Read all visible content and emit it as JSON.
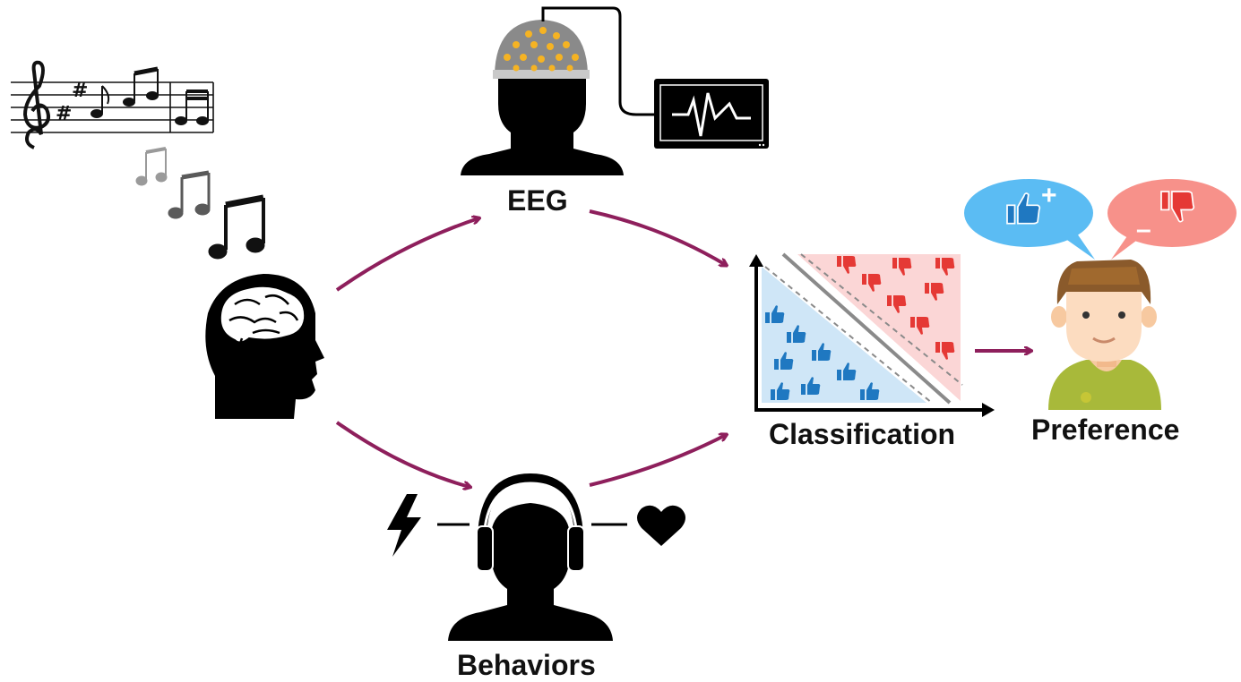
{
  "labels": {
    "eeg": "EEG",
    "classification": "Classification",
    "preference": "Preference",
    "behaviors": "Behaviors"
  },
  "bubble_signs": {
    "like": "+",
    "dislike": "–"
  },
  "colors": {
    "arrow": "#8e1f5c",
    "like_blue": "#1f78c1",
    "dislike_red": "#e53935",
    "bubble_blue": "#5bbcf3",
    "bubble_red": "#f7918a",
    "like_region": "#cfe6f7",
    "dislike_region": "#fbd6d6",
    "electrode": "#f5b323",
    "cap": "#8a8a8a"
  },
  "icons": {
    "music": "music-score-icon",
    "brain": "brain-head-icon",
    "eeg": "eeg-head-icon",
    "monitor": "eeg-monitor-icon",
    "headphones": "headphones-head-icon",
    "lightning": "lightning-icon",
    "heart": "heart-icon",
    "classifier": "classification-plot-icon",
    "person": "person-avatar-icon",
    "thumbs_up": "thumbs-up-icon",
    "thumbs_down": "thumbs-down-icon"
  }
}
